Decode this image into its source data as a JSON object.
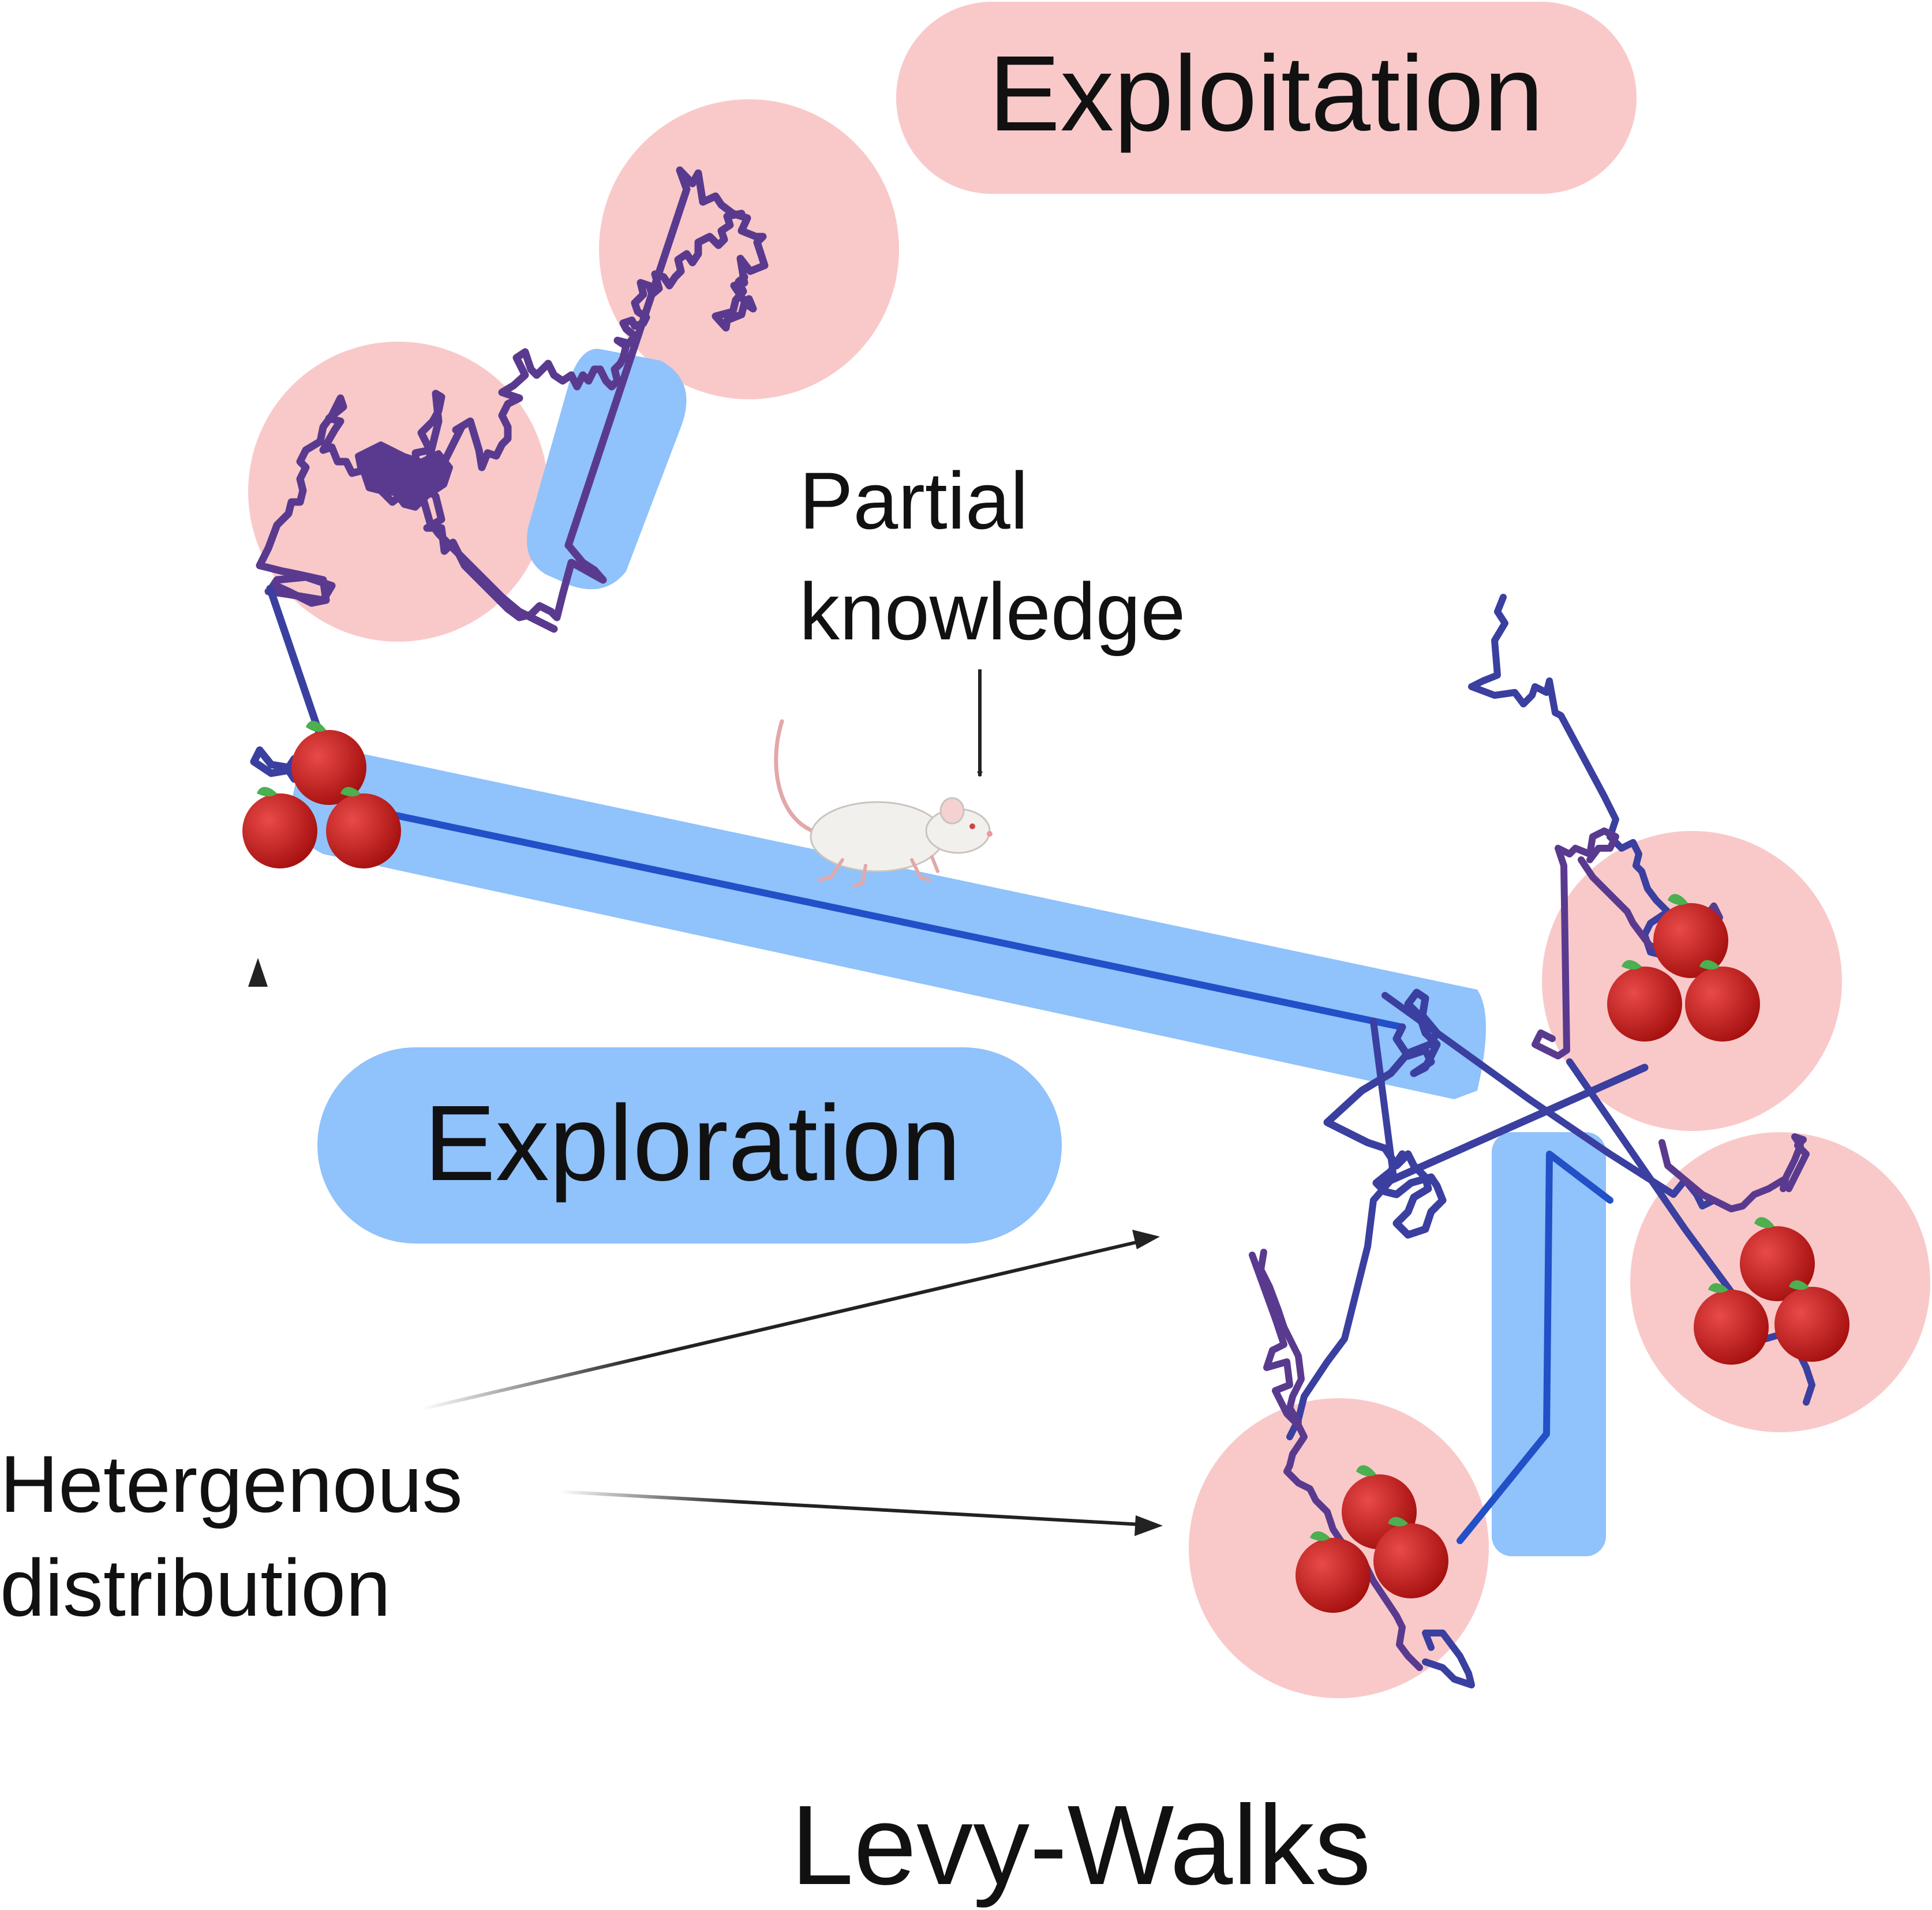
{
  "labels": {
    "exploitation": "Exploitation",
    "exploration": "Exploration",
    "partial_line1": "Partial",
    "partial_line2": "knowledge",
    "hetero_line1": "Hetergenous",
    "hetero_line2": "distribution",
    "bottom_title": "Levy-Walks"
  },
  "colors": {
    "exploit_fill": "#f9c9c9",
    "explore_fill": "#90c2fb",
    "walk_purple": "#5a3a8f",
    "walk_blue": "#3a3fa0",
    "walk_long": "#2150c8",
    "apple": "#c4191b",
    "leaf": "#4caf50",
    "arrow": "#222222"
  },
  "icons": [
    "apple-cluster-icon",
    "mouse-icon"
  ]
}
